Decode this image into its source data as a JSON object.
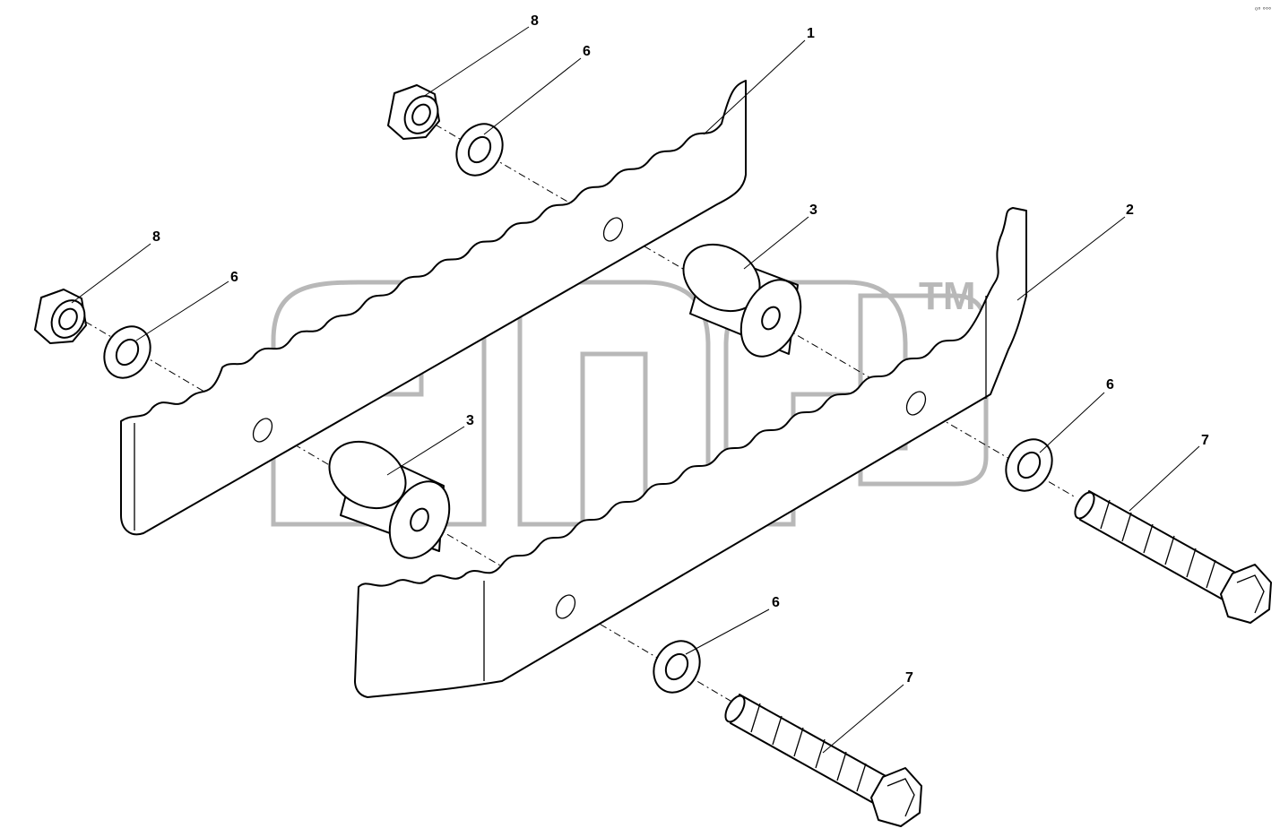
{
  "diagram": {
    "corner_mark": "⁰° °°°",
    "watermark": {
      "text": "энзр",
      "trademark": "TM"
    },
    "callouts": [
      {
        "id": "c1",
        "label": "1"
      },
      {
        "id": "c2",
        "label": "2"
      },
      {
        "id": "c3a",
        "label": "3"
      },
      {
        "id": "c3b",
        "label": "3"
      },
      {
        "id": "c6a",
        "label": "6"
      },
      {
        "id": "c6b",
        "label": "6"
      },
      {
        "id": "c6c",
        "label": "6"
      },
      {
        "id": "c6d",
        "label": "6"
      },
      {
        "id": "c7a",
        "label": "7"
      },
      {
        "id": "c7b",
        "label": "7"
      },
      {
        "id": "c8a",
        "label": "8"
      },
      {
        "id": "c8b",
        "label": "8"
      }
    ]
  }
}
